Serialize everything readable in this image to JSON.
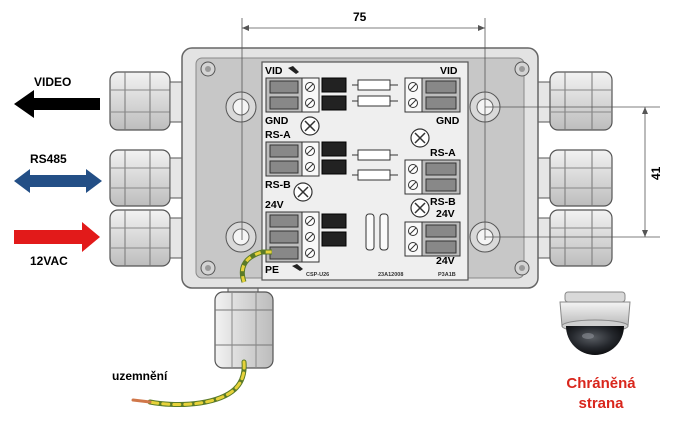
{
  "signals": {
    "video": "VIDEO",
    "rs485": "RS485",
    "power": "12VAC"
  },
  "dimensions": {
    "width": "75",
    "height": "41"
  },
  "pcb_labels": {
    "vid_left": "VID",
    "gnd_left": "GND",
    "rs_a_left": "RS-A",
    "rs_b_left": "RS-B",
    "v24_left": "24V",
    "pe": "PE",
    "vid_right": "VID",
    "gnd_right": "GND",
    "rs_a_right": "RS-A",
    "rs_b_right": "RS-B",
    "v24_right_top": "24V",
    "v24_right_bottom": "24V"
  },
  "board_codes": {
    "left": "CSP-U26",
    "middle": "23A12008",
    "right": "P3A1B"
  },
  "ground_label": "uzemnění",
  "camera_caption_line1": "Chráněná",
  "camera_caption_line2": "strana",
  "colors": {
    "video_arrow": "#000000",
    "rs485_arrow": "#234f86",
    "power_arrow": "#e21a1a",
    "caption": "#d9261c",
    "wire_green": "#7fb33a",
    "wire_yellow": "#f2d330"
  }
}
